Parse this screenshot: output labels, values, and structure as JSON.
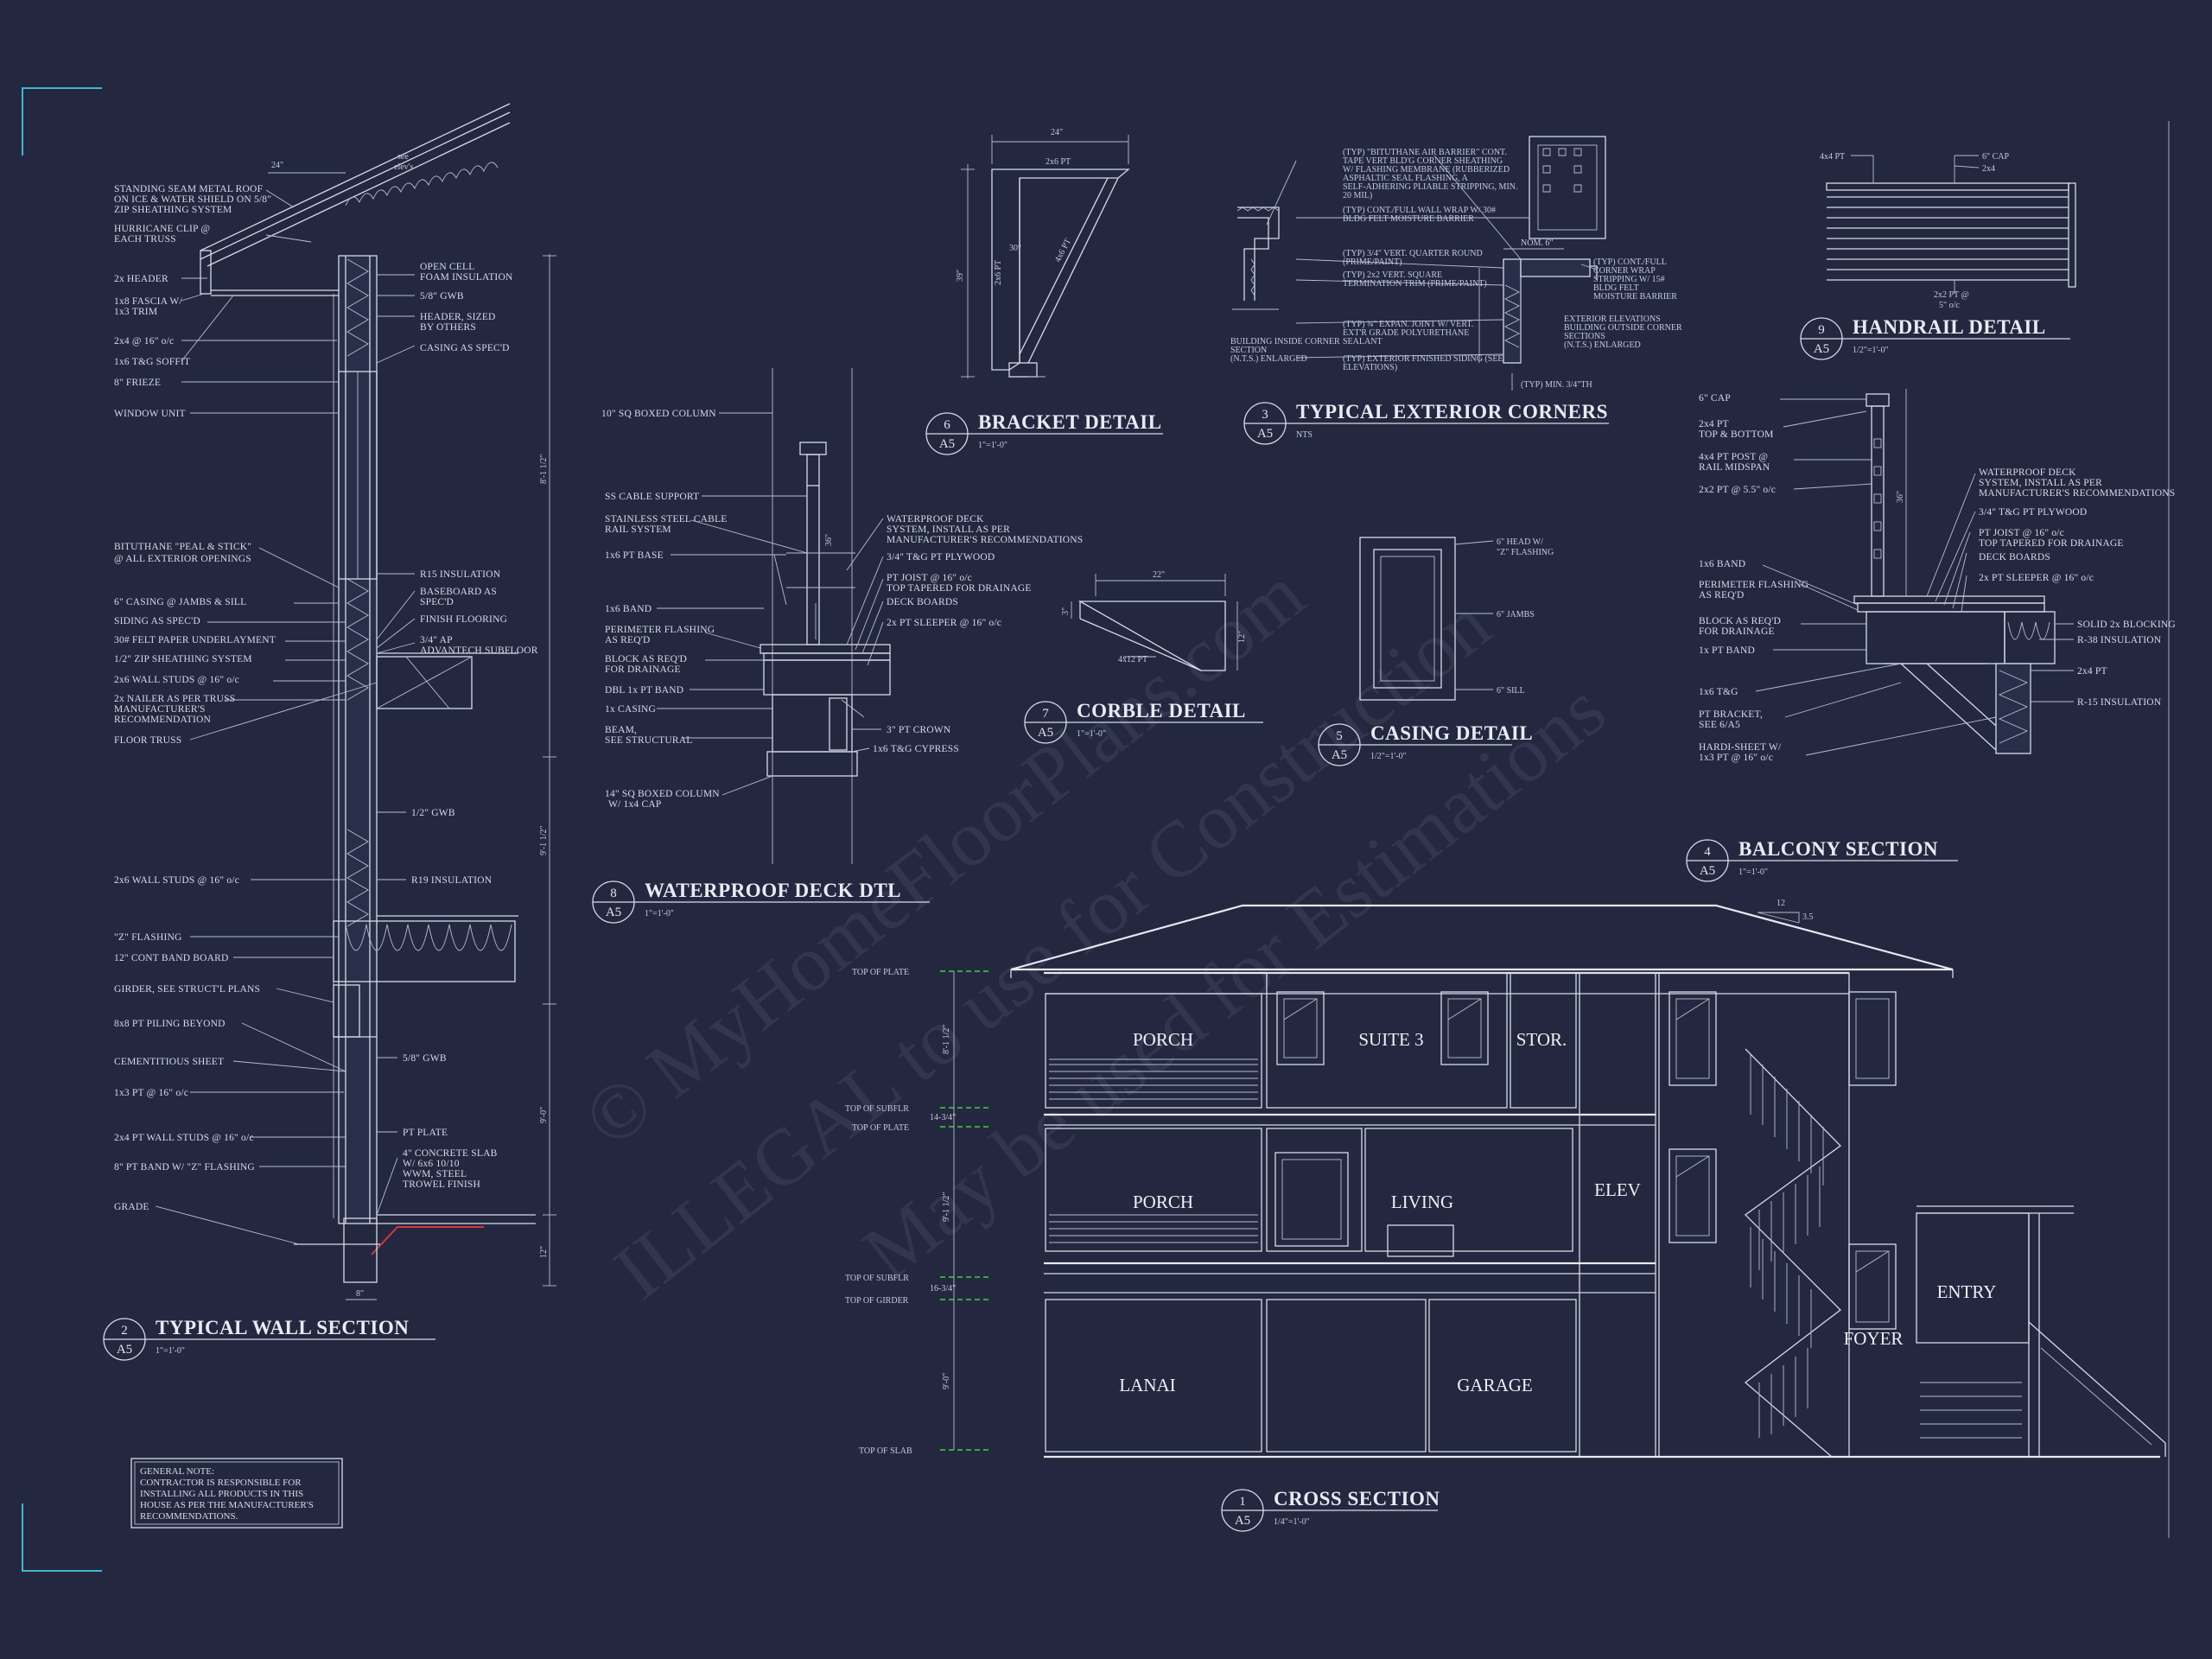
{
  "watermark": {
    "line1": "© MyHomeFloorPlans.com",
    "line2": "ILLEGAL to use for Construction",
    "line3": "May be used for Estimations"
  },
  "details": {
    "d1": {
      "num": "1",
      "sheet": "A5",
      "title": "CROSS SECTION",
      "scale": "1/4\"=1'-0\""
    },
    "d2": {
      "num": "2",
      "sheet": "A5",
      "title": "TYPICAL WALL SECTION",
      "scale": "1\"=1'-0\""
    },
    "d3": {
      "num": "3",
      "sheet": "A5",
      "title": "TYPICAL EXTERIOR CORNERS",
      "scale": "NTS"
    },
    "d4": {
      "num": "4",
      "sheet": "A5",
      "title": "BALCONY SECTION",
      "scale": "1\"=1'-0\""
    },
    "d5": {
      "num": "5",
      "sheet": "A5",
      "title": "CASING DETAIL",
      "scale": "1/2\"=1'-0\""
    },
    "d6": {
      "num": "6",
      "sheet": "A5",
      "title": "BRACKET DETAIL",
      "scale": "1\"=1'-0\""
    },
    "d7": {
      "num": "7",
      "sheet": "A5",
      "title": "CORBLE DETAIL",
      "scale": "1\"=1'-0\""
    },
    "d8": {
      "num": "8",
      "sheet": "A5",
      "title": "WATERPROOF DECK DTL",
      "scale": "1\"=1'-0\""
    },
    "d9": {
      "num": "9",
      "sheet": "A5",
      "title": "HANDRAIL DETAIL",
      "scale": "1/2\"=1'-0\""
    }
  },
  "wall_section": {
    "notes_left": [
      "STANDING SEAM METAL ROOF",
      "ON ICE & WATER SHIELD ON 5/8\"",
      "ZIP SHEATHING SYSTEM",
      "HURRICANE CLIP @",
      "EACH TRUSS",
      "2x HEADER",
      "1x8 FASCIA W/",
      "1x3 TRIM",
      "2x4 @ 16\" o/c",
      "1x6 T&G SOFFIT",
      "8\" FRIEZE",
      "WINDOW UNIT",
      "BITUTHANE \"PEAL & STICK\"",
      "@ ALL EXTERIOR OPENINGS",
      "6\" CASING @ JAMBS & SILL",
      "SIDING AS SPEC'D",
      "30# FELT PAPER UNDERLAYMENT",
      "1/2\" ZIP SHEATHING SYSTEM",
      "2x6 WALL STUDS @ 16\" o/c",
      "2x NAILER AS PER TRUSS",
      "MANUFACTURER'S",
      "RECOMMENDATION",
      "FLOOR TRUSS",
      "2x6 WALL STUDS @ 16\" o/c",
      "\"Z\" FLASHING",
      "12\" CONT BAND BOARD",
      "GIRDER, SEE STRUCT'L PLANS",
      "8x8 PT PILING BEYOND",
      "CEMENTITIOUS SHEET",
      "1x3 PT @ 16\" o/c",
      "2x4 PT WALL STUDS @ 16\" o/c",
      "8\" PT BAND W/ \"Z\" FLASHING",
      "GRADE"
    ],
    "notes_right": [
      "OPEN CELL",
      "FOAM INSULATION",
      "5/8\" GWB",
      "HEADER, SIZED",
      "BY OTHERS",
      "CASING AS SPEC'D",
      "R15 INSULATION",
      "BASEBOARD AS",
      "SPEC'D",
      "FINISH FLOORING",
      "3/4\" AP",
      "ADVANTECH SUBFLOOR",
      "1/2\" GWB",
      "R19 INSULATION",
      "5/8\" GWB",
      "PT PLATE",
      "4\" CONCRETE SLAB",
      "W/ 6x6 10/10",
      "WWM, STEEL",
      "TROWEL FINISH"
    ],
    "dims": [
      "24\"",
      "see",
      "elev's",
      "8'-1 1/2\"",
      "9'-1 1/2\"",
      "9'-0\"",
      "12\"",
      "8\""
    ]
  },
  "deck_dtl": {
    "notes_left": [
      "10\" SQ BOXED COLUMN",
      "SS CABLE SUPPORT",
      "STAINLESS STEEL CABLE",
      "RAIL SYSTEM",
      "1x6 PT BASE",
      "1x6 BAND",
      "PERIMETER FLASHING",
      "AS REQ'D",
      "BLOCK AS REQ'D",
      "FOR DRAINAGE",
      "DBL 1x PT BAND",
      "1x CASING",
      "BEAM,",
      "SEE STRUCTURAL",
      "14\" SQ BOXED COLUMN",
      "W/ 1x4 CAP"
    ],
    "notes_right": [
      "WATERPROOF DECK",
      "SYSTEM, INSTALL AS PER",
      "MANUFACTURER'S RECOMMENDATIONS",
      "3/4\" T&G PT PLYWOOD",
      "PT JOIST @ 16\" o/c",
      "TOP TAPERED FOR DRAINAGE",
      "DECK BOARDS",
      "2x PT SLEEPER @ 16\" o/c",
      "3\" PT CROWN",
      "1x6 T&G CYPRESS"
    ],
    "dims": [
      "36\""
    ]
  },
  "bracket": {
    "dims": [
      "24\"",
      "2x6 PT",
      "30°",
      "4x6 PT",
      "39\"",
      "2x6 PT"
    ]
  },
  "corners": {
    "notes": [
      "(TYP) \"BITUTHANE AIR BARRIER\" CONT.",
      "TAPE VERT BLD'G CORNER SHEATHING",
      "W/ FLASHING MEMBRANE (RUBBERIZED",
      "ASPHALTIC SEAL FLASHING, A",
      "SELF-ADHERING PLIABLE STRIPPING, MIN.",
      "20 MIL)",
      "(TYP) CONT./FULL WALL WRAP W/ 30#",
      "BLDG FELT MOISTURE BARRIER",
      "(TYP) 3/4\" VERT. QUARTER ROUND",
      "(PRIME/PAINT)",
      "(TYP) 2x2 VERT. SQUARE",
      "TERMINATION TRIM (PRIME/PAINT)",
      "(TYP) ¾\" EXPAN. JOINT W/ VERT.",
      "EXT'R GRADE POLYURETHANE",
      "SEALANT",
      "(TYP) EXTERIOR FINISHED SIDING (SEE",
      "ELEVATIONS)",
      "NOM. 6\"",
      "(TYP) CONT./FULL",
      "CORNER WRAP",
      "STRIPPING W/ 15#",
      "BLDG FELT",
      "MOISTURE BARRIER",
      "EXTERIOR ELEVATIONS",
      "BUILDING OUTSIDE CORNER",
      "SECTIONS",
      "(N.T.S.) ENLARGED",
      "BUILDING INSIDE CORNER",
      "SECTION",
      "(N.T.S.) ENLARGED",
      "(TYP) MIN. 3/4\"TH"
    ]
  },
  "handrail": {
    "notes": [
      "4x4 PT",
      "6\" CAP",
      "2x4",
      "2x2 PT @",
      "5\" o/c"
    ]
  },
  "corble": {
    "dims": [
      "22\"",
      "4x12 PT",
      "12\"",
      "3\""
    ]
  },
  "casing": {
    "notes": [
      "6\" HEAD W/",
      "\"Z\" FLASHING",
      "6\" JAMBS",
      "6\" SILL"
    ]
  },
  "balcony": {
    "notes_left": [
      "6\" CAP",
      "2x4 PT",
      "TOP & BOTTOM",
      "4x4 PT POST @",
      "RAIL MIDSPAN",
      "2x2 PT @ 5.5\" o/c",
      "1x6 BAND",
      "PERIMETER FLASHING",
      "AS REQ'D",
      "BLOCK AS REQ'D",
      "FOR DRAINAGE",
      "1x PT BAND",
      "1x6 T&G",
      "PT BRACKET,",
      "SEE 6/A5",
      "HARDI-SHEET W/",
      "1x3 PT @ 16\" o/c"
    ],
    "notes_right": [
      "WATERPROOF DECK",
      "SYSTEM, INSTALL AS PER",
      "MANUFACTURER'S RECOMMENDATIONS",
      "3/4\" T&G PT PLYWOOD",
      "PT JOIST @ 16\" o/c",
      "TOP TAPERED FOR DRAINAGE",
      "DECK BOARDS",
      "2x PT SLEEPER @ 16\" o/c",
      "SOLID 2x BLOCKING",
      "R-38 INSULATION",
      "2x4 PT",
      "R-15 INSULATION"
    ],
    "dims": [
      "36\""
    ]
  },
  "cross_section": {
    "levels": [
      "TOP OF PLATE",
      "TOP OF SUBFLR",
      "TOP OF PLATE",
      "TOP OF SUBFLR",
      "TOP OF GIRDER",
      "TOP OF SLAB"
    ],
    "dims": [
      "8'-1 1/2\"",
      "14-3/4\"",
      "9'-1 1/2\"",
      "16-3/4\"",
      "9'-0\"",
      "12",
      "3.5"
    ],
    "rooms": [
      "PORCH",
      "SUITE 3",
      "STOR.",
      "PORCH",
      "LIVING",
      "ELEV",
      "ENTRY",
      "FOYER",
      "LANAI",
      "GARAGE"
    ]
  },
  "general_note": [
    "GENERAL NOTE:",
    "CONTRACTOR IS RESPONSIBLE FOR",
    "INSTALLING ALL PRODUCTS IN THIS",
    "HOUSE AS PER THE MANUFACTURER'S",
    "RECOMMENDATIONS."
  ]
}
